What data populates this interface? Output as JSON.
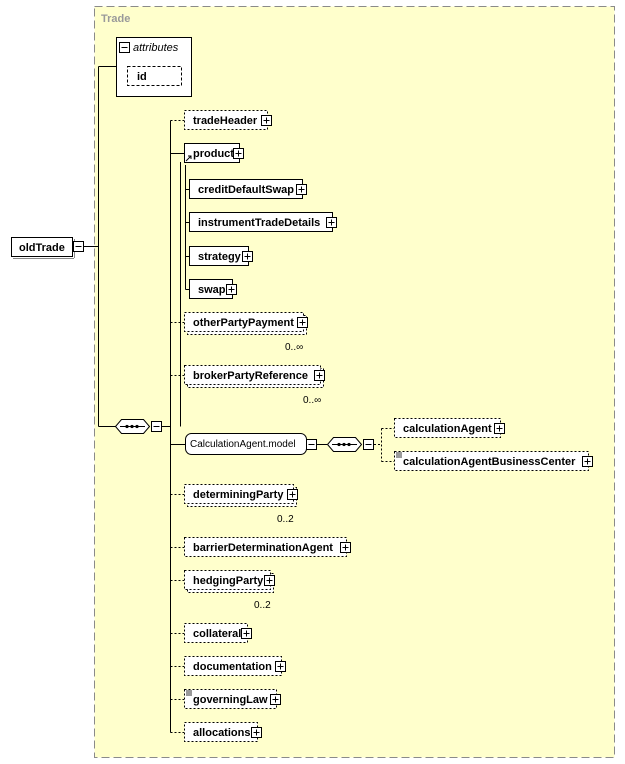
{
  "group_title": "Trade",
  "root_element": "oldTrade",
  "attributes": {
    "title": "attributes",
    "items": [
      "id"
    ]
  },
  "elements": [
    {
      "name": "tradeHeader",
      "optional": true,
      "card": ""
    },
    {
      "name": "product",
      "optional": false,
      "card": "",
      "substitution": true
    },
    {
      "name": "creditDefaultSwap",
      "optional": false,
      "card": ""
    },
    {
      "name": "instrumentTradeDetails",
      "optional": false,
      "card": ""
    },
    {
      "name": "strategy",
      "optional": false,
      "card": ""
    },
    {
      "name": "swap",
      "optional": false,
      "card": ""
    },
    {
      "name": "otherPartyPayment",
      "optional": true,
      "card": "0..∞"
    },
    {
      "name": "brokerPartyReference",
      "optional": true,
      "card": "0..∞"
    },
    {
      "name": "CalculationAgent.model",
      "optional": false,
      "card": "",
      "group": true
    },
    {
      "name": "calculationAgent",
      "optional": true,
      "card": ""
    },
    {
      "name": "calculationAgentBusinessCenter",
      "optional": true,
      "card": ""
    },
    {
      "name": "determiningParty",
      "optional": true,
      "card": "0..2"
    },
    {
      "name": "barrierDeterminationAgent",
      "optional": true,
      "card": ""
    },
    {
      "name": "hedgingParty",
      "optional": true,
      "card": "0..2"
    },
    {
      "name": "collateral",
      "optional": true,
      "card": ""
    },
    {
      "name": "documentation",
      "optional": true,
      "card": ""
    },
    {
      "name": "governingLaw",
      "optional": true,
      "card": ""
    },
    {
      "name": "allocations",
      "optional": true,
      "card": ""
    }
  ],
  "colors": {
    "group_fill": "#ffffcc",
    "group_border": "#8a8a8a",
    "title_text": "#9a9a9a",
    "line": "#000000"
  }
}
